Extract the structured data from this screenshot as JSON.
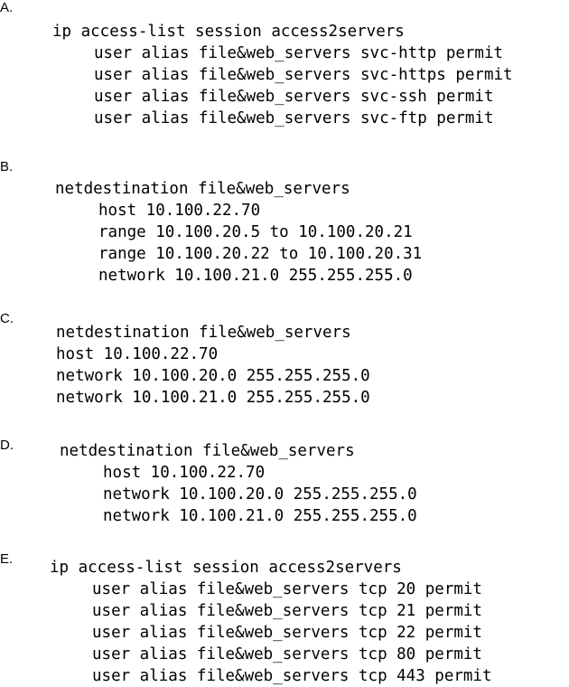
{
  "options": [
    {
      "label": "A.",
      "lines": [
        "ip access-list session access2servers",
        "user alias file&web_servers svc-http permit",
        "user alias file&web_servers svc-https permit",
        "user alias file&web_servers svc-ssh permit",
        "user alias file&web_servers svc-ftp permit"
      ]
    },
    {
      "label": "B.",
      "lines": [
        "netdestination file&web_servers",
        "host 10.100.22.70",
        "range 10.100.20.5 to 10.100.20.21",
        "range 10.100.20.22 to 10.100.20.31",
        "network 10.100.21.0 255.255.255.0"
      ]
    },
    {
      "label": "C.",
      "lines": [
        "netdestination file&web_servers",
        "host 10.100.22.70",
        "network 10.100.20.0 255.255.255.0",
        "network 10.100.21.0 255.255.255.0"
      ]
    },
    {
      "label": "D.",
      "lines": [
        "netdestination file&web_servers",
        "host 10.100.22.70",
        "network 10.100.20.0 255.255.255.0",
        "network 10.100.21.0 255.255.255.0"
      ]
    },
    {
      "label": "E.",
      "lines": [
        "ip access-list session access2servers",
        "user alias file&web_servers tcp 20 permit",
        "user alias file&web_servers tcp 21 permit",
        "user alias file&web_servers tcp 22 permit",
        "user alias file&web_servers tcp 80 permit",
        "user alias file&web_servers tcp 443 permit"
      ]
    }
  ]
}
